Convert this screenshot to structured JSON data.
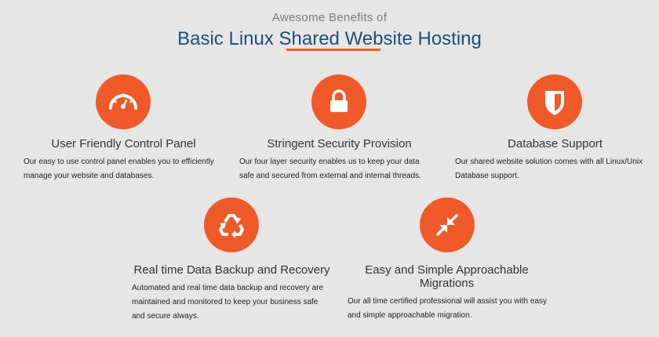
{
  "header": {
    "subtitle": "Awesome Benefits of",
    "title": "Basic Linux Shared Website Hosting"
  },
  "colors": {
    "accent": "#f05a28",
    "title": "#1f4e79",
    "background": "#e6e6e6"
  },
  "features": [
    {
      "icon": "dashboard-gauge-icon",
      "title": "User Friendly Control Panel",
      "description": "Our easy to use control panel enables you to efficiently manage your website and databases."
    },
    {
      "icon": "padlock-icon",
      "title": "Stringent Security Provision",
      "description": "Our four layer security enables us to keep your data safe and secured from external and internal threads."
    },
    {
      "icon": "shield-icon",
      "title": "Database Support",
      "description": "Our shared website solution comes with all Linux/Unix Database support."
    },
    {
      "icon": "recycle-icon",
      "title": "Real time Data Backup and Recovery",
      "description": "Automated and real time data backup and recovery are maintained and monitored to keep your business safe and secure always."
    },
    {
      "icon": "compress-arrows-icon",
      "title": "Easy and Simple Approachable Migrations",
      "description": "Our all time certified professional will assist you with easy and simple approachable migration."
    }
  ]
}
